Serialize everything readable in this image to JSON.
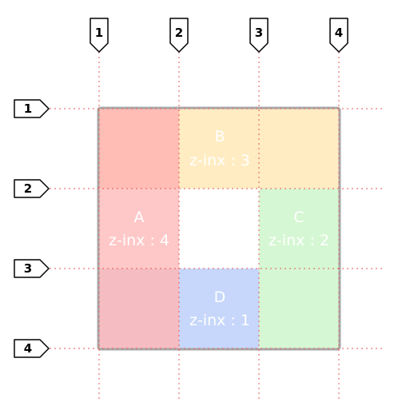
{
  "column_markers": [
    "1",
    "2",
    "3",
    "4"
  ],
  "row_markers": [
    "1",
    "2",
    "3",
    "4"
  ],
  "areas": {
    "a": {
      "name": "A",
      "z": "z-inx : 4",
      "color": "#ffaaaa"
    },
    "b": {
      "name": "B",
      "z": "z-inx : 3",
      "color": "#ffe4aa"
    },
    "c": {
      "name": "C",
      "z": "z-inx : 2",
      "color": "#b9f2b5"
    },
    "d": {
      "name": "D",
      "z": "z-inx : 1",
      "color": "#bcd0fa"
    }
  },
  "colors": {
    "grid_line": "#e85555",
    "container_border": "#a8a8a8",
    "marker_stroke": "#000000",
    "marker_fill": "#ffffff"
  }
}
